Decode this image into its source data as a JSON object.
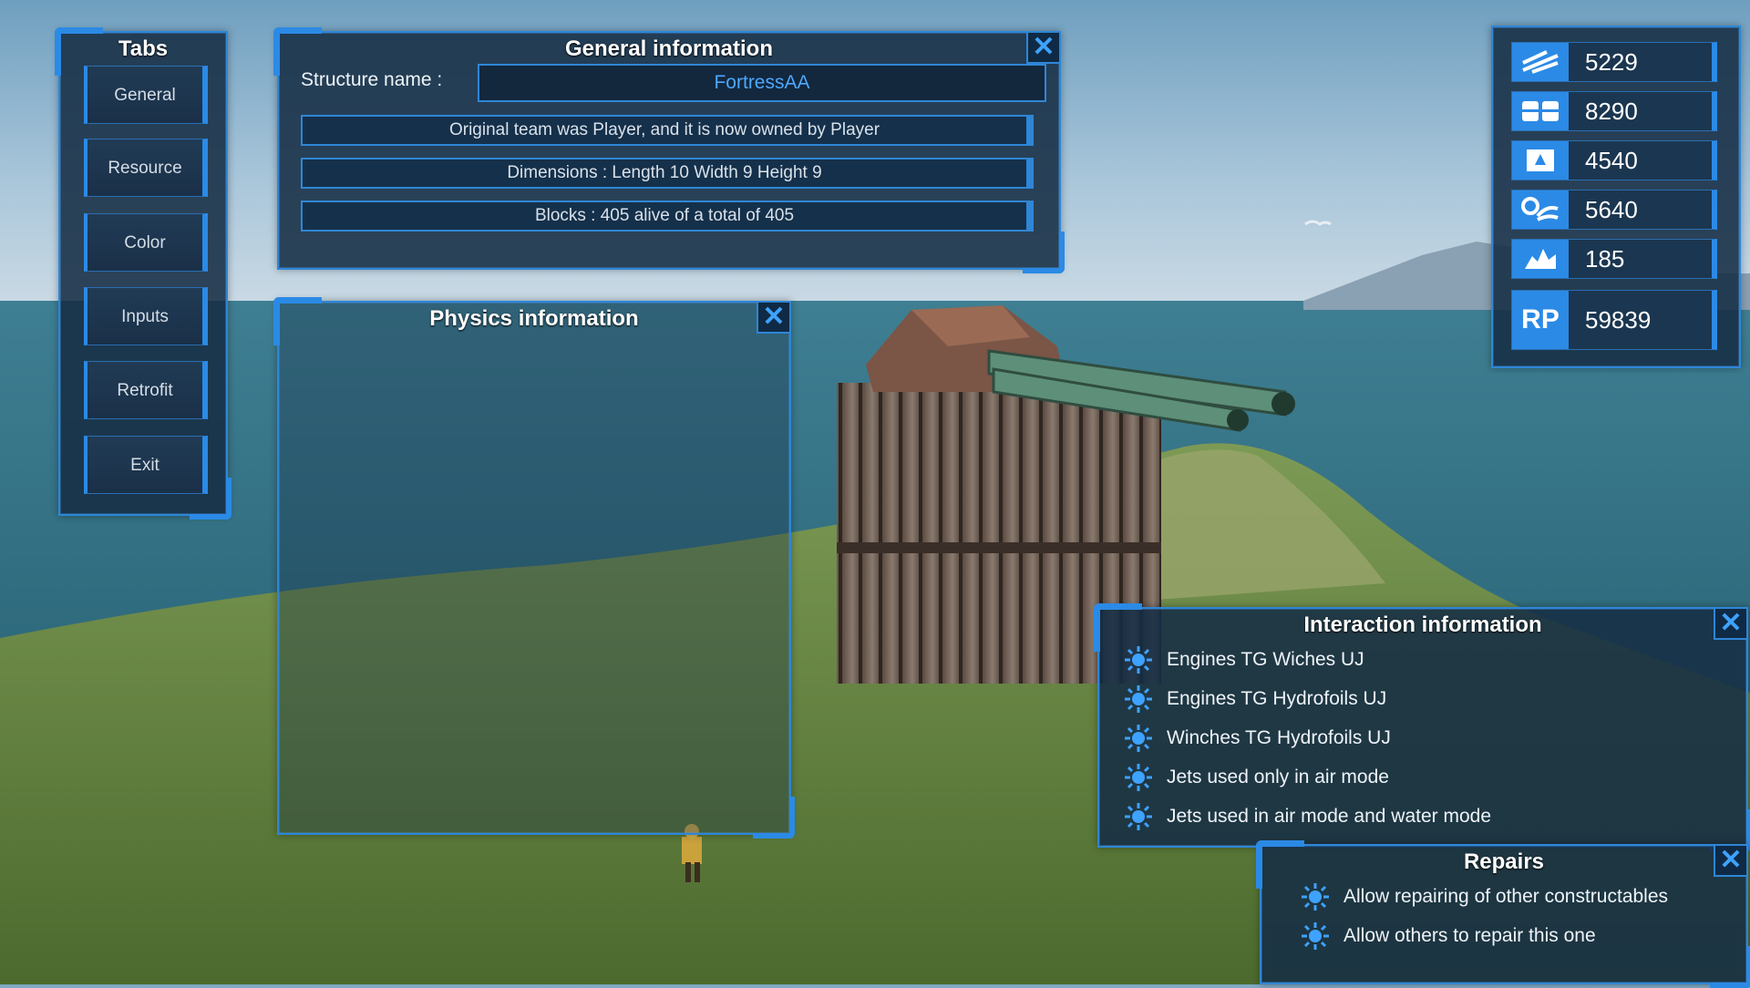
{
  "tabs": {
    "title": "Tabs",
    "items": [
      {
        "label": "General"
      },
      {
        "label": "Resource"
      },
      {
        "label": "Color"
      },
      {
        "label": "Inputs"
      },
      {
        "label": "Retrofit"
      },
      {
        "label": "Exit"
      }
    ]
  },
  "general": {
    "title": "General information",
    "structure_label": "Structure name :",
    "structure_name": "FortressAA",
    "lines": [
      "Original team was Player, and it is now owned by Player",
      "Dimensions : Length 10 Width 9 Height 9",
      "Blocks : 405 alive of a total of 405"
    ],
    "close_label": "✕"
  },
  "physics": {
    "title": "Physics information",
    "close_label": "✕"
  },
  "resources": {
    "items": [
      {
        "icon": "materials-icon",
        "value": "5229"
      },
      {
        "icon": "ammo-icon",
        "value": "8290"
      },
      {
        "icon": "fuel-icon",
        "value": "4540"
      },
      {
        "icon": "natural-resources-icon",
        "value": "5640"
      },
      {
        "icon": "crystal-icon",
        "value": "185"
      }
    ],
    "rp": {
      "label": "RP",
      "value": "59839"
    }
  },
  "interaction": {
    "title": "Interaction information",
    "items": [
      "Engines TG Wiches UJ",
      "Engines TG Hydrofoils UJ",
      "Winches TG Hydrofoils UJ",
      "Jets used only in air mode",
      "Jets used in air mode and water mode"
    ],
    "close_label": "✕"
  },
  "repairs": {
    "title": "Repairs",
    "items": [
      "Allow repairing of other constructables",
      "Allow others to repair this one"
    ],
    "close_label": "✕"
  },
  "colors": {
    "accent": "#2b8ae6",
    "panel_bg": "#162e44",
    "text_link": "#4da8ff"
  }
}
